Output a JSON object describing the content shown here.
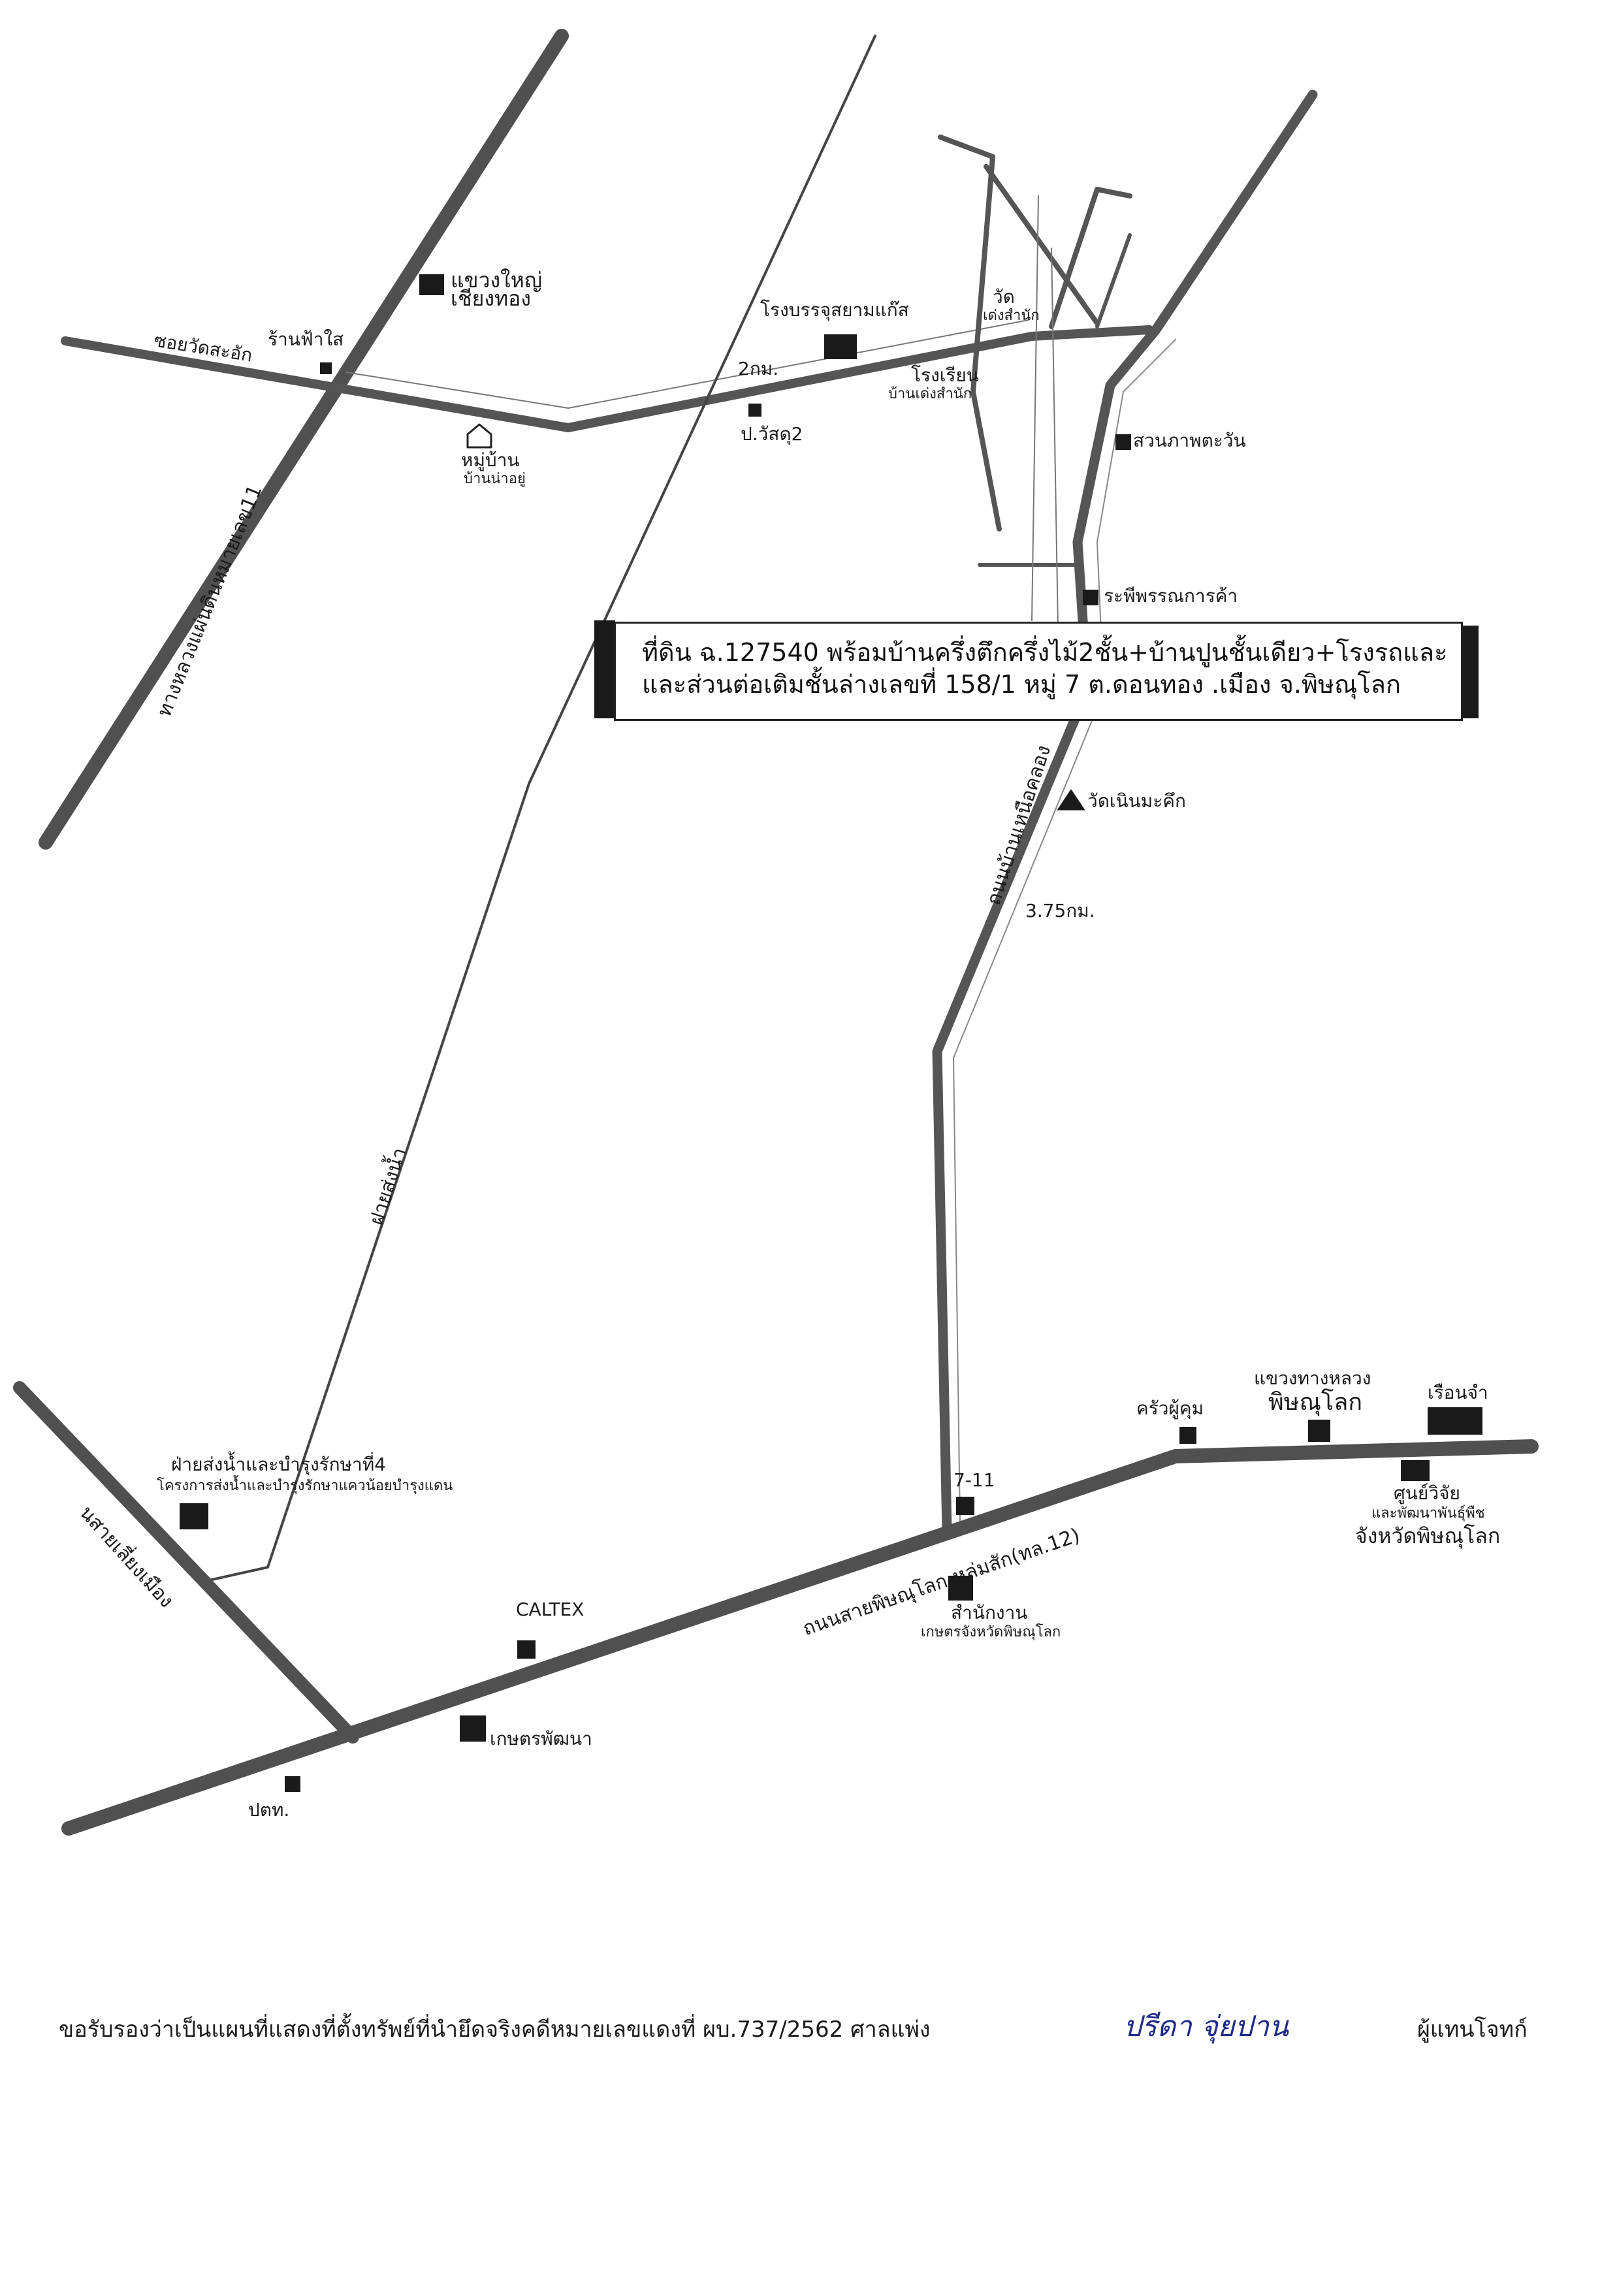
{
  "map": {
    "title_line_1": "ที่ดิน ฉ.127540 พร้อมบ้านครึ่งตึกครึ่งไม้2ชั้น+บ้านปูนชั้นเดียว+โรงรถและ",
    "title_line_2": "และส่วนต่อเติมชั้นล่างเลขที่ 158/1 หมู่ 7 ต.ดอนทอง .เมือง จ.พิษณุโลก",
    "roads": {
      "highway_11": "ทางหลวงแผ่นดินหมายเลข11",
      "soi_wat_sa_kae": "ซอยวัดสะอัก",
      "irrigation_road": "ฝายส่งน้ำ",
      "ban_sa_ruea": "ถนนบ้านเหนือคลอง",
      "route_12": "ถนนสายพิษณุโลก-หล่มสัก(ทล.12)",
      "sai_liang_mueang": "นสายเลี่ยงเมือง"
    },
    "distances": {
      "d_2km": "2กม.",
      "d_375km": "3.75กม."
    },
    "places": {
      "khwaeng_yai": "แขวงใหญ่",
      "chiang_thong": "เชียงทอง",
      "ran_fa_sai": "ร้านฟ้าใส",
      "village": "หมู่บ้าน",
      "village_sub": "บ้านน่าอยู่",
      "siam_glass": "โรงบรรจุสยามแก๊ส",
      "post_office": "ป.วัสดุ2",
      "wat": "วัด",
      "wat_sub": "เด่งสำนัก",
      "school": "โรงเรียน",
      "school_sub": "บ้านเด่งสำนัก",
      "suan_phap": "สวนภาพตะวัน",
      "rapee_store": "ระพีพรรณการค้า",
      "wat_noen": "วัดเนินมะคึก",
      "irrigation_office": "ฝ่ายส่งน้ำและบำรุงรักษาที่4",
      "irrigation_office_sub": "โครงการส่งน้ำและบำรุงรักษาแควน้อยบำรุงแดน",
      "caltex": "CALTEX",
      "kaset_pattana": "เกษตรพัฒนา",
      "ptt": "ปตท.",
      "seven_eleven": "7-11",
      "ag_office": "สำนักงาน",
      "ag_office_sub": "เกษตรจังหวัดพิษณุโลก",
      "khrua_phu_kum": "ครัวผู้คุม",
      "highway_district": "แขวงทางหลวง",
      "highway_district_2": "พิษณุโลก",
      "prison": "เรือนจำ",
      "research_center": "ศูนย์วิจัย",
      "research_center_2": "และพัฒนาพันธุ์พืช",
      "research_center_3": "จังหวัดพิษณุโลก"
    }
  },
  "footer": {
    "certification": "ขอรับรองว่าเป็นแผนที่แสดงที่ตั้งทรัพย์ที่นำยึดจริงคดีหมายเลขแดงที่ ผบ.737/2562 ศาลแพ่ง",
    "signature": "ปรีดา จุ่ยปาน",
    "representative": "ผู้แทนโจทก์"
  },
  "colors": {
    "road": "#555555",
    "ink": "#1a1a1a",
    "signature_ink": "#1f2a8a"
  }
}
